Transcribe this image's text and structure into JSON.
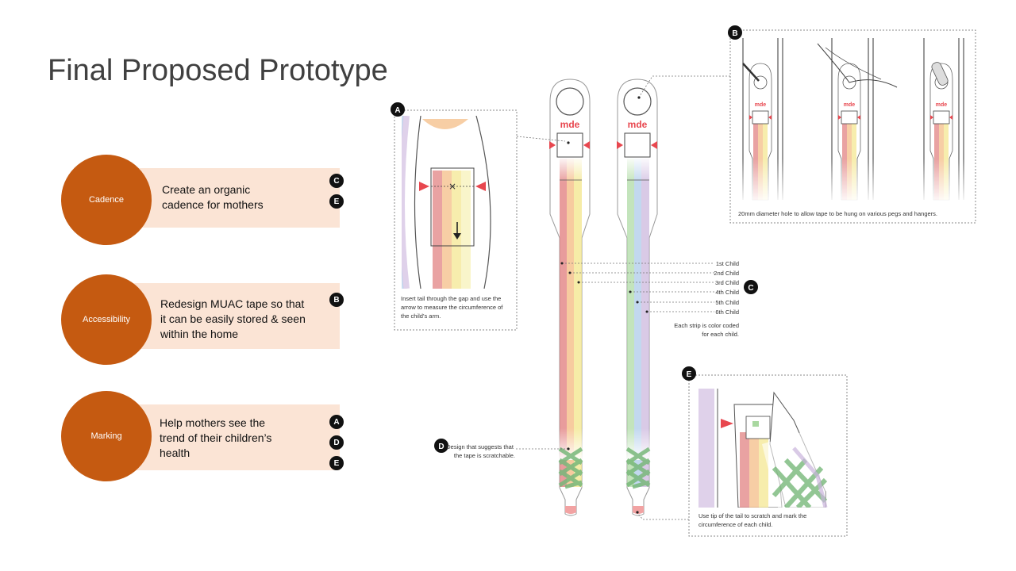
{
  "slide": {
    "title": "Final Proposed Prototype"
  },
  "features": [
    {
      "label": "Cadence",
      "text": [
        "Create an organic",
        "cadence for mothers"
      ],
      "tags": [
        "C",
        "E"
      ]
    },
    {
      "label": "Accessibility",
      "text": [
        "Redesign MUAC tape so that",
        "it can be easily stored & seen",
        "within the home"
      ],
      "tags": [
        "B"
      ]
    },
    {
      "label": "Marking",
      "text": [
        "Help mothers see the",
        "trend of their children’s",
        "health"
      ],
      "tags": [
        "A",
        "D",
        "E"
      ]
    }
  ],
  "diagram": {
    "brand": "mde",
    "callouts": {
      "A": {
        "letter": "A",
        "caption": [
          "Insert tail through the gap and use the",
          "arrow to measure the circumference of",
          "the child’s arm."
        ]
      },
      "B": {
        "letter": "B",
        "caption": [
          "20mm diameter hole to allow tape to be hung on various pegs and hangers."
        ]
      },
      "C": {
        "letter": "C",
        "children": [
          "1st Child",
          "2nd Child",
          "3rd Child",
          "4th Child",
          "5th Child",
          "6th Child"
        ],
        "note": [
          "Each strip is color coded",
          "for each child."
        ]
      },
      "D": {
        "letter": "D",
        "caption": [
          "Design that suggests that",
          "the tape is scratchable."
        ]
      },
      "E": {
        "letter": "E",
        "caption": [
          "Use tip of the tail to scratch and mark the",
          "circumference of each child."
        ]
      }
    },
    "strip_colors": [
      "#e07b7b",
      "#f4b97f",
      "#f3e58a",
      "#a9d8a0",
      "#a8c8e8",
      "#c9b3dc"
    ],
    "marker_color": "#e8474f",
    "scratch_color": "#78b87a"
  }
}
